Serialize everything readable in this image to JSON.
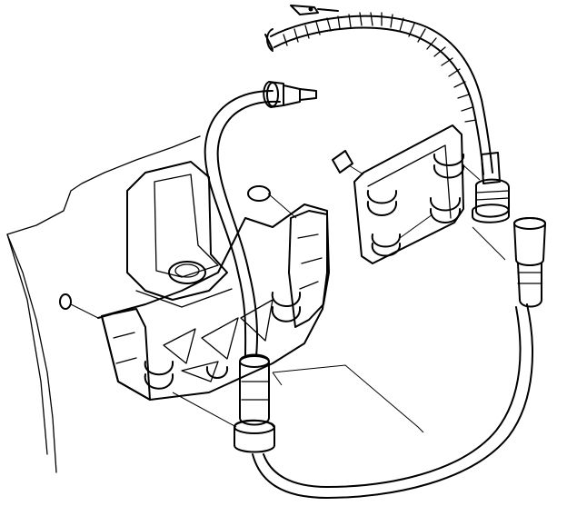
{
  "diagram": {
    "parts": [
      {
        "id": "engine-bracket",
        "icon": "bracket-illustration"
      },
      {
        "id": "cable-clip-plate",
        "icon": "clip-plate-illustration"
      },
      {
        "id": "upper-cable-armored",
        "icon": "armored-cable-illustration"
      },
      {
        "id": "lower-cable-loop",
        "icon": "cable-loop-illustration"
      },
      {
        "id": "clips",
        "count": 4
      }
    ],
    "labels": []
  }
}
